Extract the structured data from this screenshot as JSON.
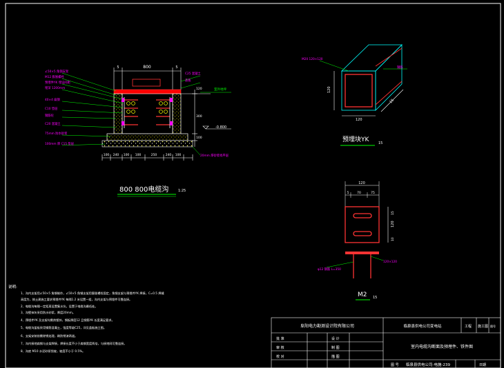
{
  "drawing": {
    "trench": {
      "dims_top": [
        "5",
        "800",
        "5"
      ],
      "dims_bottom": [
        "100",
        "240",
        "100",
        "100",
        "250",
        "240",
        "100"
      ],
      "dims_right": [
        "120",
        "300",
        "100"
      ],
      "elevation": "-0.800",
      "ground_note": "室外地坪",
      "callouts_left": [
        "∠50×5 角钢支架",
        "M12 膨胀螺栓",
        "预埋件YK 埋设间距",
        "埋深 1200mm",
        "40×4 扁钢",
        "C10 垫层",
        "钢筋砼",
        "C20 混凝土",
        "75mm 防水砂浆",
        "100mm 厚 C15 垫层"
      ],
      "callouts_right": [
        "C25 混凝土",
        "盖板"
      ],
      "bottom_note": "20mm 厚砂浆找平层",
      "title": "800 800电缆沟",
      "scale": "1:25"
    },
    "yk": {
      "label_top": "M20 120×120",
      "label_right": "钢筋",
      "dims": [
        "120",
        "120",
        "15"
      ],
      "title": "预埋块YK",
      "scale": "15"
    },
    "m2": {
      "dims_top": [
        "120",
        "5",
        "70",
        "75"
      ],
      "dims_right": [
        "15",
        "120",
        "10"
      ],
      "label_left": "φ12 钢筋 L=350",
      "label_right": "120×120",
      "title": "M2",
      "scale": "15"
    },
    "notes": {
      "heading": "说明:",
      "items": [
        "1、沟内支架用∠50×5 角钢制作，∠50×5 角钢支架用膨胀螺栓固定，角钢支架与预埋件YK 焊接，C=0.5 焊缝",
        "   高度为，按土建施工要求预埋件YK 每隔1.2 米设置一组，沟内支架与预埋件可靠连接。",
        "2、电缆沟每隔一定距离设置集水坑，设置于电缆沟最低处。",
        "3、沟壁抹灰采用防水砂浆，厚度20mm。",
        "4、预埋件YK 及支架均需热镀锌，钢板厚度12 且钢筋YK 长度满足要求。",
        "5、电缆沟盖板采用钢筋混凝土，强度等级C25，详见盖板施工图。",
        "6、支架安装前需除锈处理，刷防锈漆两道。",
        "7、沟内接地扁钢与支架焊接，焊接长度不小于扁钢宽度两倍，与接地网可靠连接。",
        "8、沟底 M10 水泥砂浆找坡，坡度不小于 0.5%。"
      ]
    },
    "title_block": {
      "company": "阜阳电力勘测设计院有限公司",
      "project": "临泉县供电公司变电站",
      "stage_label": "工程",
      "stage": "施工图",
      "extra": "图号",
      "rows_left": [
        "批 准",
        "审 核",
        "校 对"
      ],
      "rows_mid": [
        "设 计",
        "制 图",
        "描 图"
      ],
      "drawing_title": "室内电缆沟断面及预埋件、铁件图",
      "drawing_no_label": "图 号",
      "drawing_no": "临泉县供电公司-电施-239",
      "date_label": "日期"
    }
  },
  "colors": {
    "bg": "#000000",
    "frame": "#ffffff",
    "dim": "#00ffff",
    "rebar": "#ff3333",
    "hatch": "#ffff00",
    "leader": "#00ff00",
    "magenta": "#ff00ff",
    "label": "#ffffff"
  }
}
